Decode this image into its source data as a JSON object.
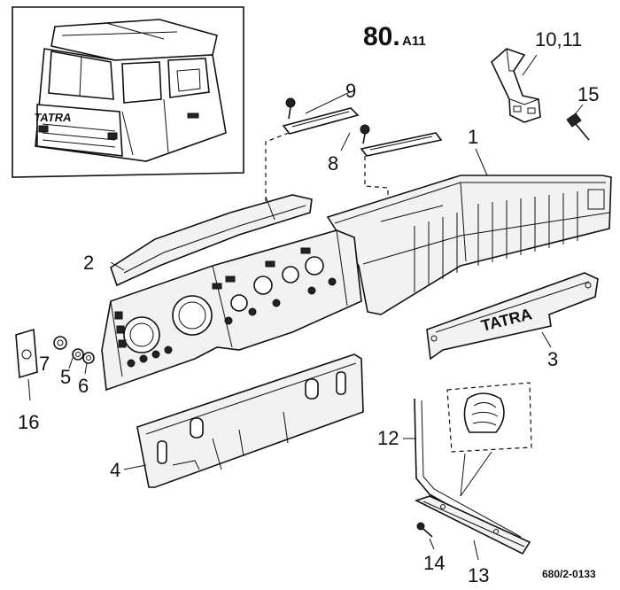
{
  "header": {
    "page_number": "80.",
    "page_suffix": "A11"
  },
  "inset": {
    "cab_brand": "TATRA"
  },
  "parts": {
    "cover_brand": "TATRA"
  },
  "callouts": {
    "p1": "1",
    "p2": "2",
    "p3": "3",
    "p4": "4",
    "p5": "5",
    "p6": "6",
    "p7": "7",
    "p8": "8",
    "p9": "9",
    "p10_11": "10,11",
    "p12": "12",
    "p13": "13",
    "p14": "14",
    "p15": "15",
    "p16": "16"
  },
  "footer": {
    "drawing_ref": "680/2-0133"
  }
}
